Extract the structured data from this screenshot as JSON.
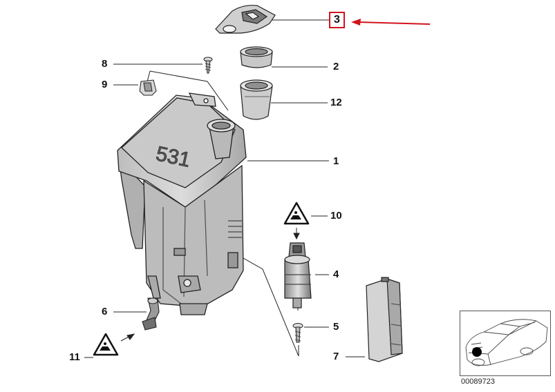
{
  "callouts": {
    "p1": "1",
    "p2": "2",
    "p3": "3",
    "p4": "4",
    "p5": "5",
    "p6": "6",
    "p7": "7",
    "p8": "8",
    "p9": "9",
    "p10": "10",
    "p11": "11",
    "p12": "12"
  },
  "tank_marking": "531",
  "catalog_number": "00089723",
  "colors": {
    "highlight": "#d0141c",
    "line": "#222222"
  }
}
